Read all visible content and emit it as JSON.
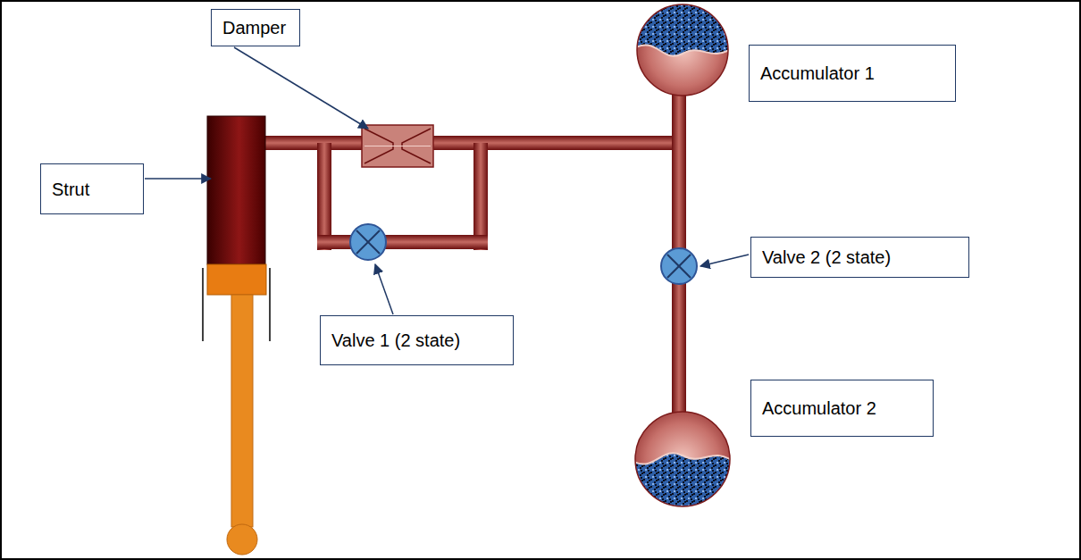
{
  "diagram": {
    "nodes": [
      {
        "text": [
          "Damper"
        ]
      },
      {
        "text": [
          "Accumulator 1"
        ]
      },
      {
        "text": [
          "Strut"
        ]
      },
      {
        "text": [
          "Valve 2 (2 state)"
        ]
      },
      {
        "text": [
          "Valve 1 (2 state)"
        ]
      },
      {
        "text": [
          "Accumulator 2"
        ]
      }
    ]
  }
}
